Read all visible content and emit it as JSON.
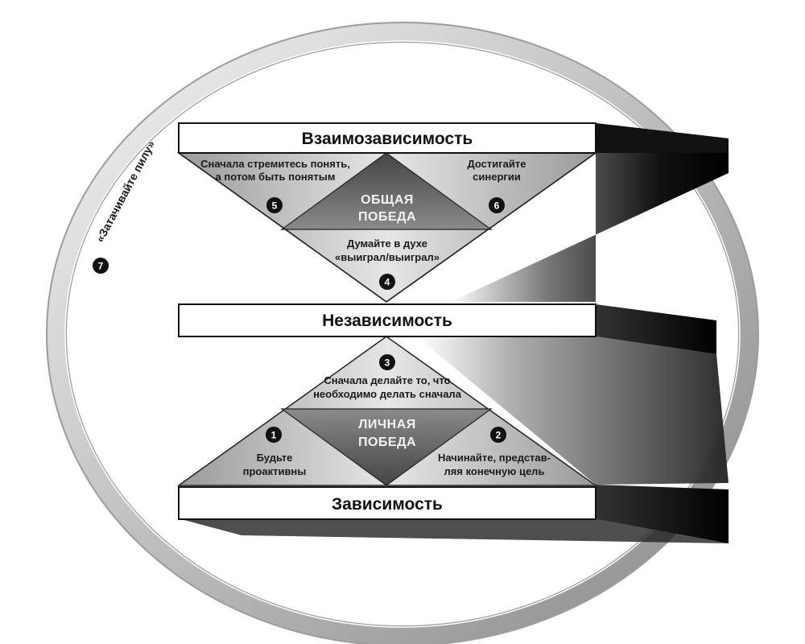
{
  "levels": {
    "interdependence": "Взаимозависимость",
    "independence": "Независимость",
    "dependence": "Зависимость"
  },
  "victories": {
    "public_line1": "ОБЩАЯ",
    "public_line2": "ПОБЕДА",
    "private_line1": "ЛИЧНАЯ",
    "private_line2": "ПОБЕДА"
  },
  "habits": {
    "h1": {
      "number": "1",
      "line1": "Будьте",
      "line2": "проактивны"
    },
    "h2": {
      "number": "2",
      "line1": "Начинайте, представ-",
      "line2": "ляя конечную цель"
    },
    "h3": {
      "number": "3",
      "line1": "Сначала делайте то, что",
      "line2": "необходимо делать сначала"
    },
    "h4": {
      "number": "4",
      "line1": "Думайте в духе",
      "line2": "«выиграл/выиграл»"
    },
    "h5": {
      "number": "5",
      "line1": "Сначала стремитесь понять,",
      "line2": "а потом быть понятым"
    },
    "h6": {
      "number": "6",
      "line1": "Достигайте",
      "line2": "синергии"
    },
    "h7": {
      "number": "7",
      "label": "«Затачивайте пилу»"
    }
  },
  "colors": {
    "badge": "#111111",
    "bar_fill": "#ffffff",
    "triangle_light": "#c8c8c8",
    "triangle_dark": "#555555"
  }
}
